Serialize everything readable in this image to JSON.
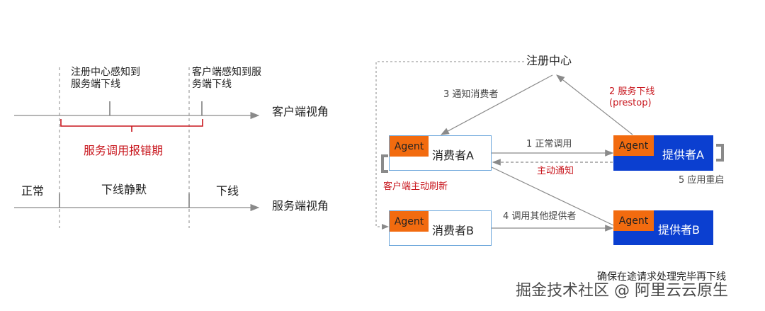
{
  "colors": {
    "accent_red": "#c8161d",
    "provider_blue": "#0b3fd0",
    "consumer_border": "#6fa8dc",
    "agent_orange": "#f26b0f",
    "line_gray": "#8a8a8a",
    "text_dark": "#222222"
  },
  "timeline": {
    "registry_aware": [
      "注册中心感知到",
      "服务端下线"
    ],
    "client_aware": [
      "客户端感知到服",
      "务端下线"
    ],
    "client_view": "客户端视角",
    "error_period": "服务调用报错期",
    "state_normal": "正常",
    "state_quiet": "下线静默",
    "state_offline": "下线",
    "server_view": "服务端视角"
  },
  "arch": {
    "registry": "注册中心",
    "notify_consumer": "3 通知消费者",
    "service_offline": "2 服务下线",
    "prestop": "(prestop)",
    "consumer_a": {
      "agent": "Agent",
      "name": "消费者A"
    },
    "consumer_b": {
      "agent": "Agent",
      "name": "消费者B"
    },
    "provider_a": {
      "agent": "Agent",
      "name": "提供者A"
    },
    "provider_b": {
      "agent": "Agent",
      "name": "提供者B"
    },
    "normal_call": "1 正常调用",
    "active_notify": "主动通知",
    "client_refresh": "客户端主动刷新",
    "app_restart": "5 应用重启",
    "call_other": "4 调用其他提供者",
    "footer_note": "确保在途请求处理完毕再下线"
  },
  "watermark": "掘金技术社区 @ 阿里云云原生"
}
